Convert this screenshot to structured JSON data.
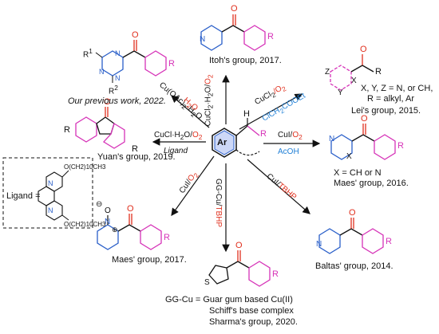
{
  "center": {
    "ring_label": "Ar",
    "substituent": "R"
  },
  "colors": {
    "text": "#111111",
    "oxidant": "#e0301e",
    "solvent": "#1f7fd6",
    "ring_pink": "#d633b8",
    "ring_blue": "#2a5fc9",
    "product_pink": "#d633b8",
    "carbonyl": "#e0301e",
    "nitrogen": "#2a5fc9"
  },
  "routes": [
    {
      "id": "itoh",
      "reagent_black": "CuCl",
      "reagent_sub": "2",
      "reagent_mid": "·H",
      "reagent_sub2": "2",
      "reagent_mid2": "O/",
      "reagent_red": "O",
      "reagent_sub3": "2",
      "reference": "Itoh's group, 2017."
    },
    {
      "id": "lei",
      "reagent_line1_black": "CuCl",
      "reagent_line1_sub": "2",
      "reagent_line1_red": "/O",
      "reagent_line1_sub2": "2",
      "reagent_line2_blue": "ClCH",
      "reagent_line2_sub": "2",
      "reagent_line2_blue2": "COOEt",
      "conditions": [
        "X, Y, Z = N, or CH,",
        "R = alkyl, Ar"
      ],
      "reference": "Lei's group, 2015."
    },
    {
      "id": "maes2016",
      "reagent_line1": "CuI/",
      "reagent_line1_red": "O",
      "reagent_line1_sub": "2",
      "reagent_line2_blue": "AcOH",
      "conditions": [
        "X = CH or N"
      ],
      "reference": "Maes' group, 2016."
    },
    {
      "id": "baltas",
      "reagent_black": "CuI/",
      "reagent_red": "TBHP",
      "reference": "Baltas' group, 2014."
    },
    {
      "id": "sharma",
      "reagent_black": "GG-Cu/",
      "reagent_red": "TBHP",
      "footnote": [
        "GG-Cu =  Guar gum based Cu(II)",
        "Schiff's base complex",
        "Sharma's group, 2020."
      ]
    },
    {
      "id": "maes2017",
      "reagent_black": "CuI/",
      "reagent_red": "O",
      "reagent_sub": "2",
      "reference": "Maes' group, 2017."
    },
    {
      "id": "yuan",
      "reagent_line1": "CuCl·H",
      "reagent_line1_sub": "2",
      "reagent_line1_b": "O/",
      "reagent_line1_red": "O",
      "reagent_line1_sub2": "2",
      "reagent_line2": "Ligand",
      "ligand_label": "Ligand =",
      "ligand_chain_top": "O(CH",
      "ligand_chain_top_rest": "2)10CH3",
      "ligand_chain_bottom": "O(CH",
      "ligand_chain_bottom_rest": "2)10CH3",
      "reference": "Yuan's group, 2019."
    },
    {
      "id": "ours",
      "reagent_line1": "Cu(OAc)",
      "reagent_line1_sub": "2",
      "reagent_line1_b": "·H",
      "reagent_line1_sub2": "2",
      "reagent_line1_c": "O",
      "reagent_line2_red": "H",
      "reagent_line2_sub": "2",
      "reagent_line2_red2": "O",
      "triazine_labels": {
        "r1": "R",
        "r1_sup": "1",
        "r2": "R",
        "r2_sup": "2"
      },
      "reference": "Our previous work, 2022."
    }
  ],
  "product_r": "R",
  "atoms": {
    "N": "N",
    "O": "O",
    "S": "S",
    "X": "X",
    "Y": "Y",
    "Z": "Z",
    "minus": "⊖",
    "plus": "⊕",
    "H": "H"
  }
}
